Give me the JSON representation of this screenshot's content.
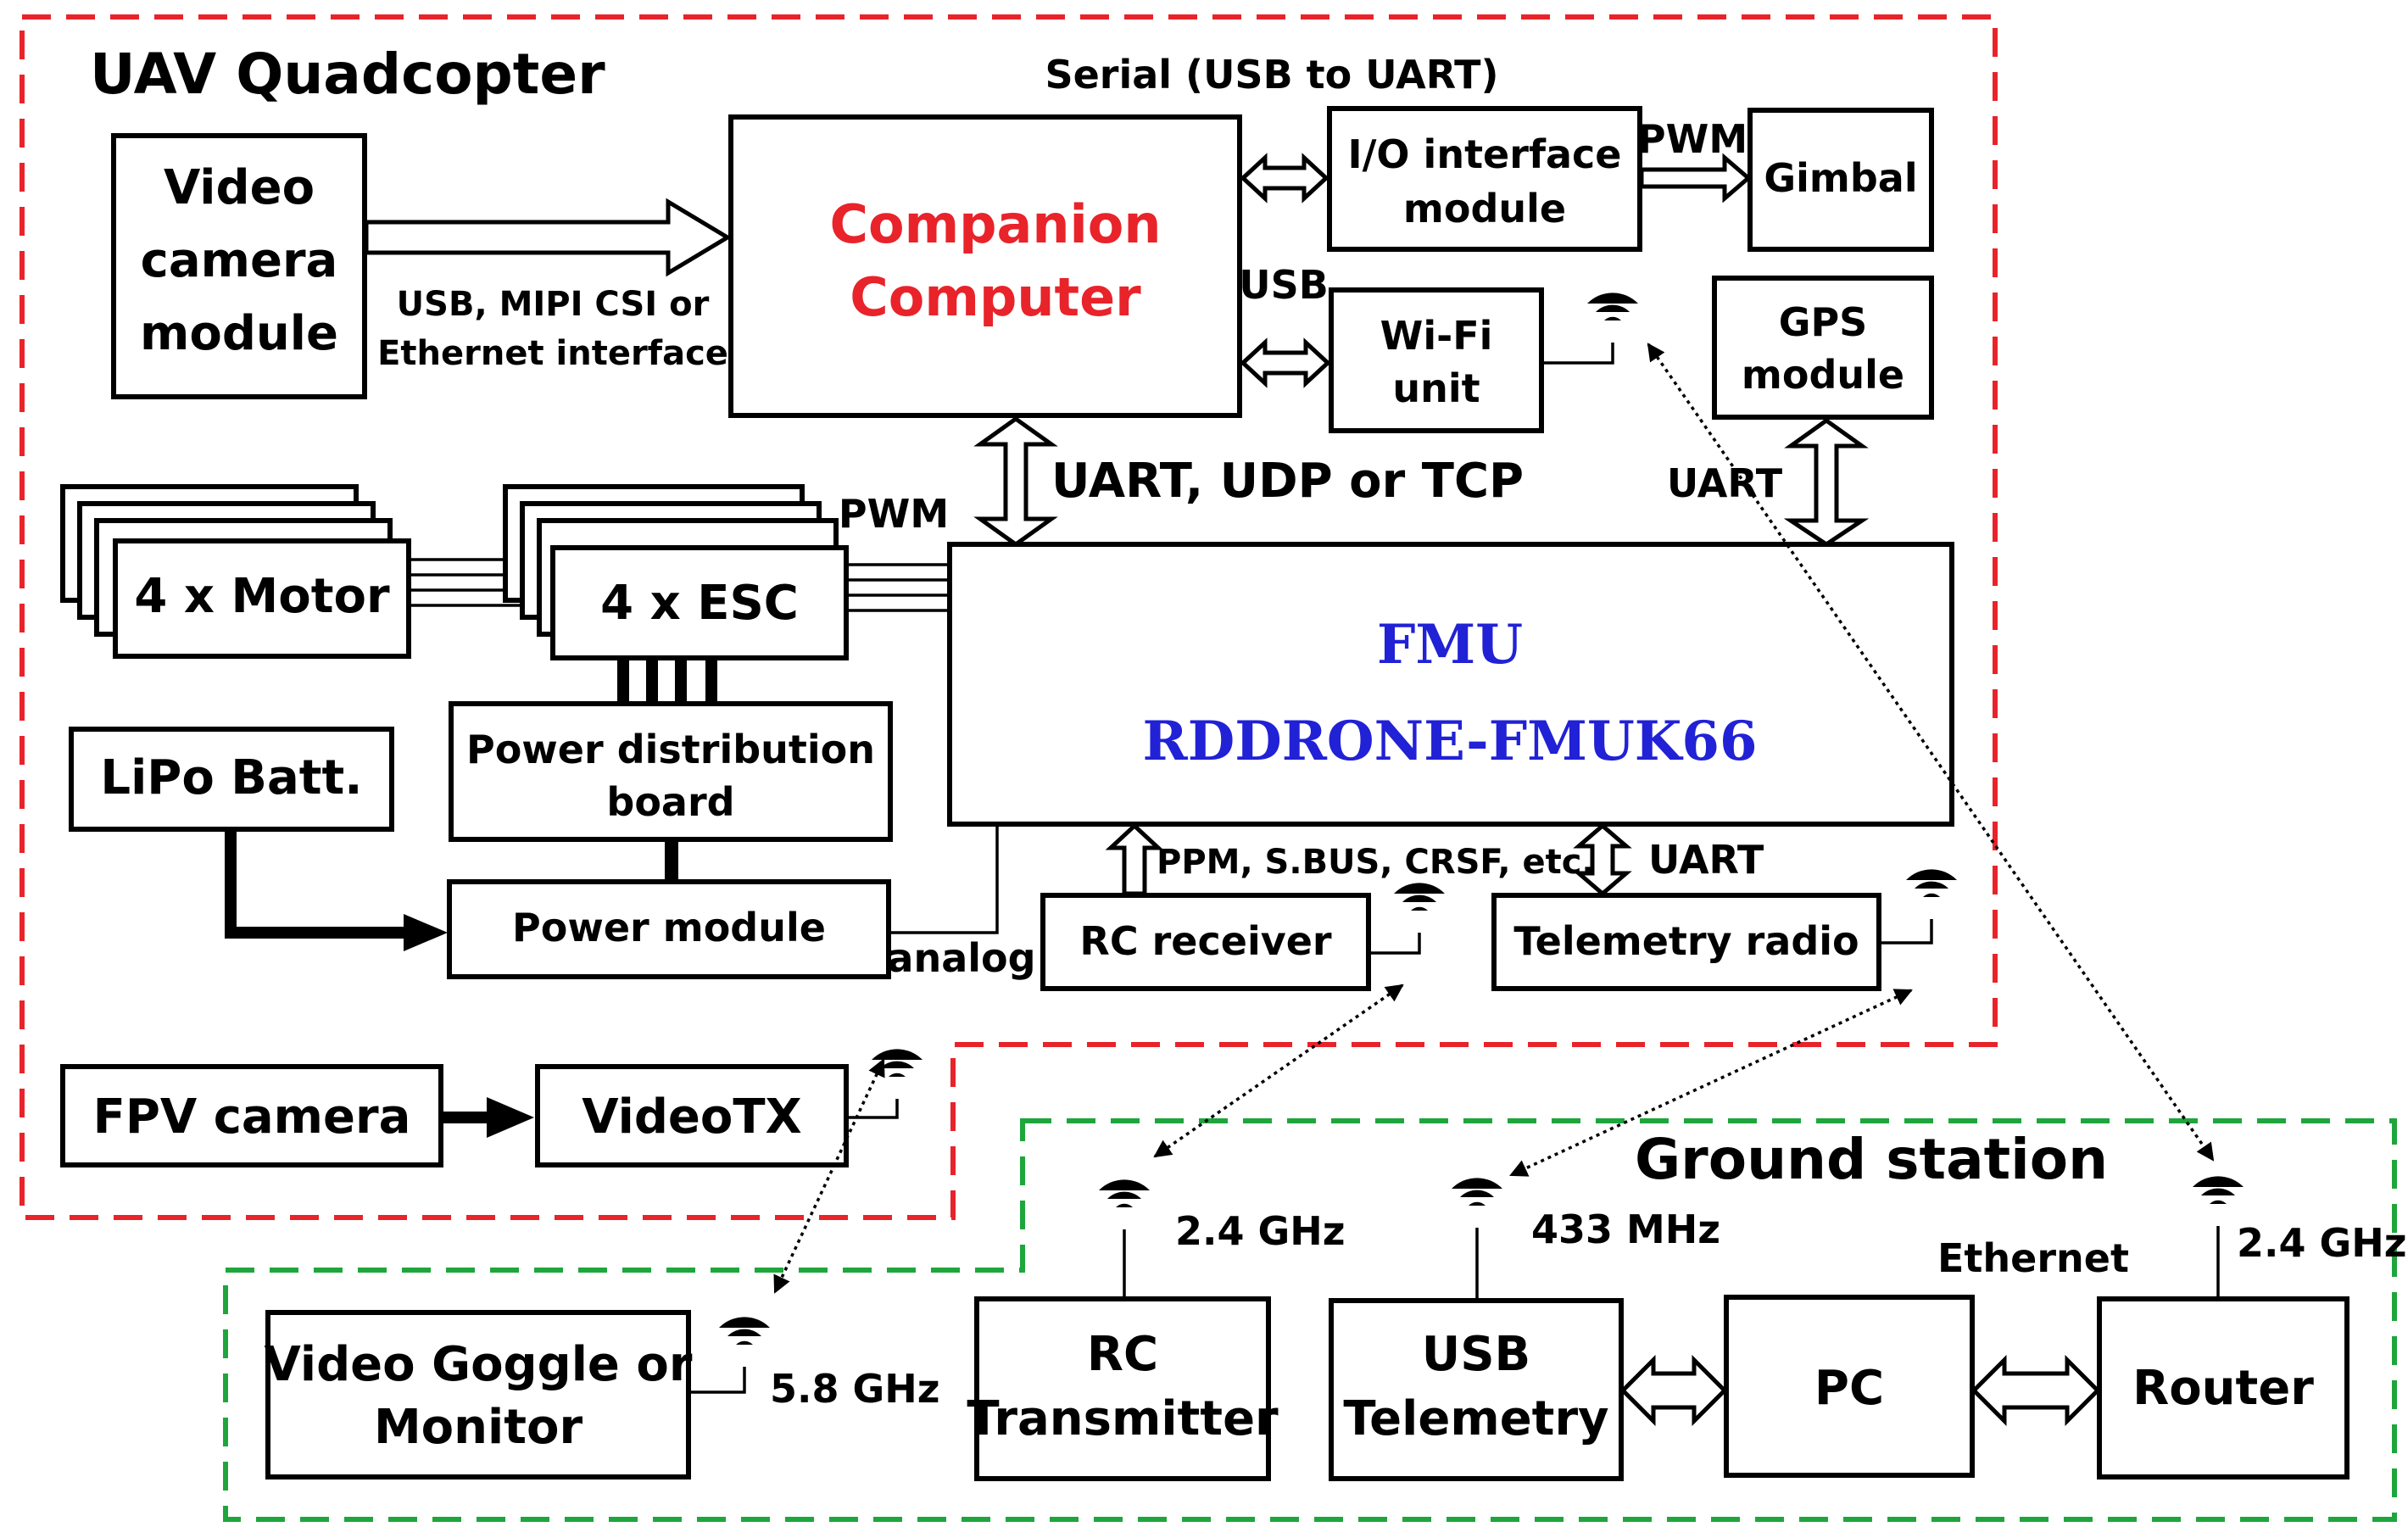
{
  "uav": {
    "title": "UAV Quadcopter",
    "serial_label": "Serial (USB to UART)",
    "video_camera": [
      "Video",
      "camera",
      "module"
    ],
    "camera_iface": [
      "USB, MIPI CSI or",
      "Ethernet interface"
    ],
    "companion": [
      "Companion",
      "Computer"
    ],
    "io_module": [
      "I/O interface",
      "module"
    ],
    "pwm_gimbal": "PWM",
    "gimbal": "Gimbal",
    "usb_label": "USB",
    "wifi": [
      "Wi-Fi",
      "unit"
    ],
    "gps": [
      "GPS",
      "module"
    ],
    "companion_link": "UART, UDP or TCP",
    "gps_link": "UART",
    "motor": "4 x Motor",
    "esc": "4 x ESC",
    "pwm_esc": "PWM",
    "fmu": [
      "FMU",
      "RDDRONE-FMUK66"
    ],
    "pdb": [
      "Power distribution",
      "board"
    ],
    "battery": "LiPo Batt.",
    "power_module": "Power module",
    "analog_label": "analog",
    "rc_link": "PPM, S.BUS, CRSF, etc.",
    "telem_link": "UART",
    "rc_receiver": "RC receiver",
    "telemetry_radio": "Telemetry radio",
    "fpv_camera": "FPV camera",
    "video_tx": "VideoTX"
  },
  "ground": {
    "title": "Ground station",
    "goggle": [
      "Video Goggle or",
      "Monitor"
    ],
    "freq_video": "5.8 GHz",
    "rc_tx": [
      "RC",
      "Transmitter"
    ],
    "freq_rc": "2.4 GHz",
    "usb_telemetry": [
      "USB",
      "Telemetry"
    ],
    "freq_telem": "433 MHz",
    "pc": "PC",
    "ethernet_label": "Ethernet",
    "router": "Router",
    "freq_wifi": "2.4 GHz"
  },
  "colors": {
    "uav_border": "#e8232a",
    "ground_border": "#1ea63c",
    "companion_text": "#e8232a",
    "fmu_text": "#2121d6"
  }
}
